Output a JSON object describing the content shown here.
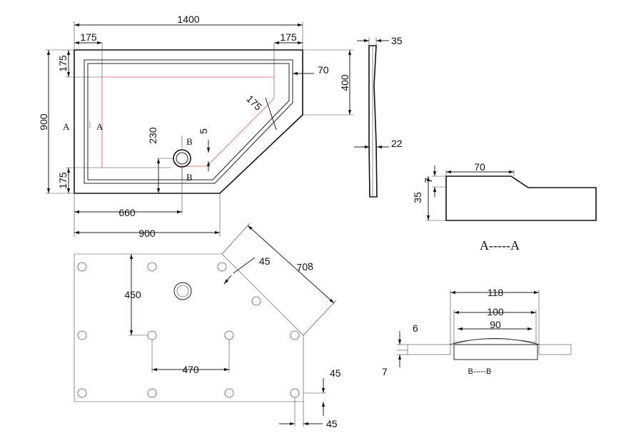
{
  "plan": {
    "overall_width": "1400",
    "overall_depth": "900",
    "rim_left": "175",
    "rim_right": "175",
    "rim_top": "175",
    "rim_bottom": "175",
    "rim_diag": "175",
    "inner_offset": "70",
    "right_side": "400",
    "waste_from_left": "660",
    "front_width": "900",
    "waste_from_front": "230",
    "waste_offset": "5",
    "section_a_left": "A",
    "section_a_right": "A",
    "section_b_top": "B",
    "section_b_bottom": "B"
  },
  "side": {
    "total_thickness": "35",
    "base_thickness": "22"
  },
  "section_aa": {
    "title": "A-----A",
    "top_width": "70",
    "step": "7",
    "height": "35"
  },
  "base": {
    "diag_length": "708",
    "diag_inset": "45",
    "waste_depth": "450",
    "feet_spacing": "470",
    "corner_right": "45",
    "corner_bottom": "45"
  },
  "section_bb": {
    "title": "B-----B",
    "outer": "118",
    "middle": "100",
    "inner": "90",
    "top_gap": "6",
    "bottom_gap": "7"
  }
}
